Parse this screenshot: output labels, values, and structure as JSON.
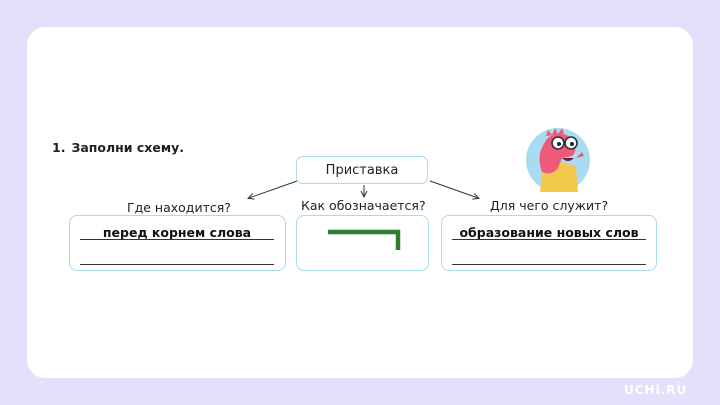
{
  "task": {
    "number": "1.",
    "title": "Заполни схему."
  },
  "scheme": {
    "root": "Приставка",
    "questions": {
      "left": "Где находится?",
      "middle": "Как обозначается?",
      "right": "Для чего служит?"
    },
    "answers": {
      "left": "перед корнем слова",
      "right": "образование новых слов"
    },
    "prefix_mark_color": "#2e7d32"
  },
  "brand": {
    "name": "UCHi.RU"
  }
}
